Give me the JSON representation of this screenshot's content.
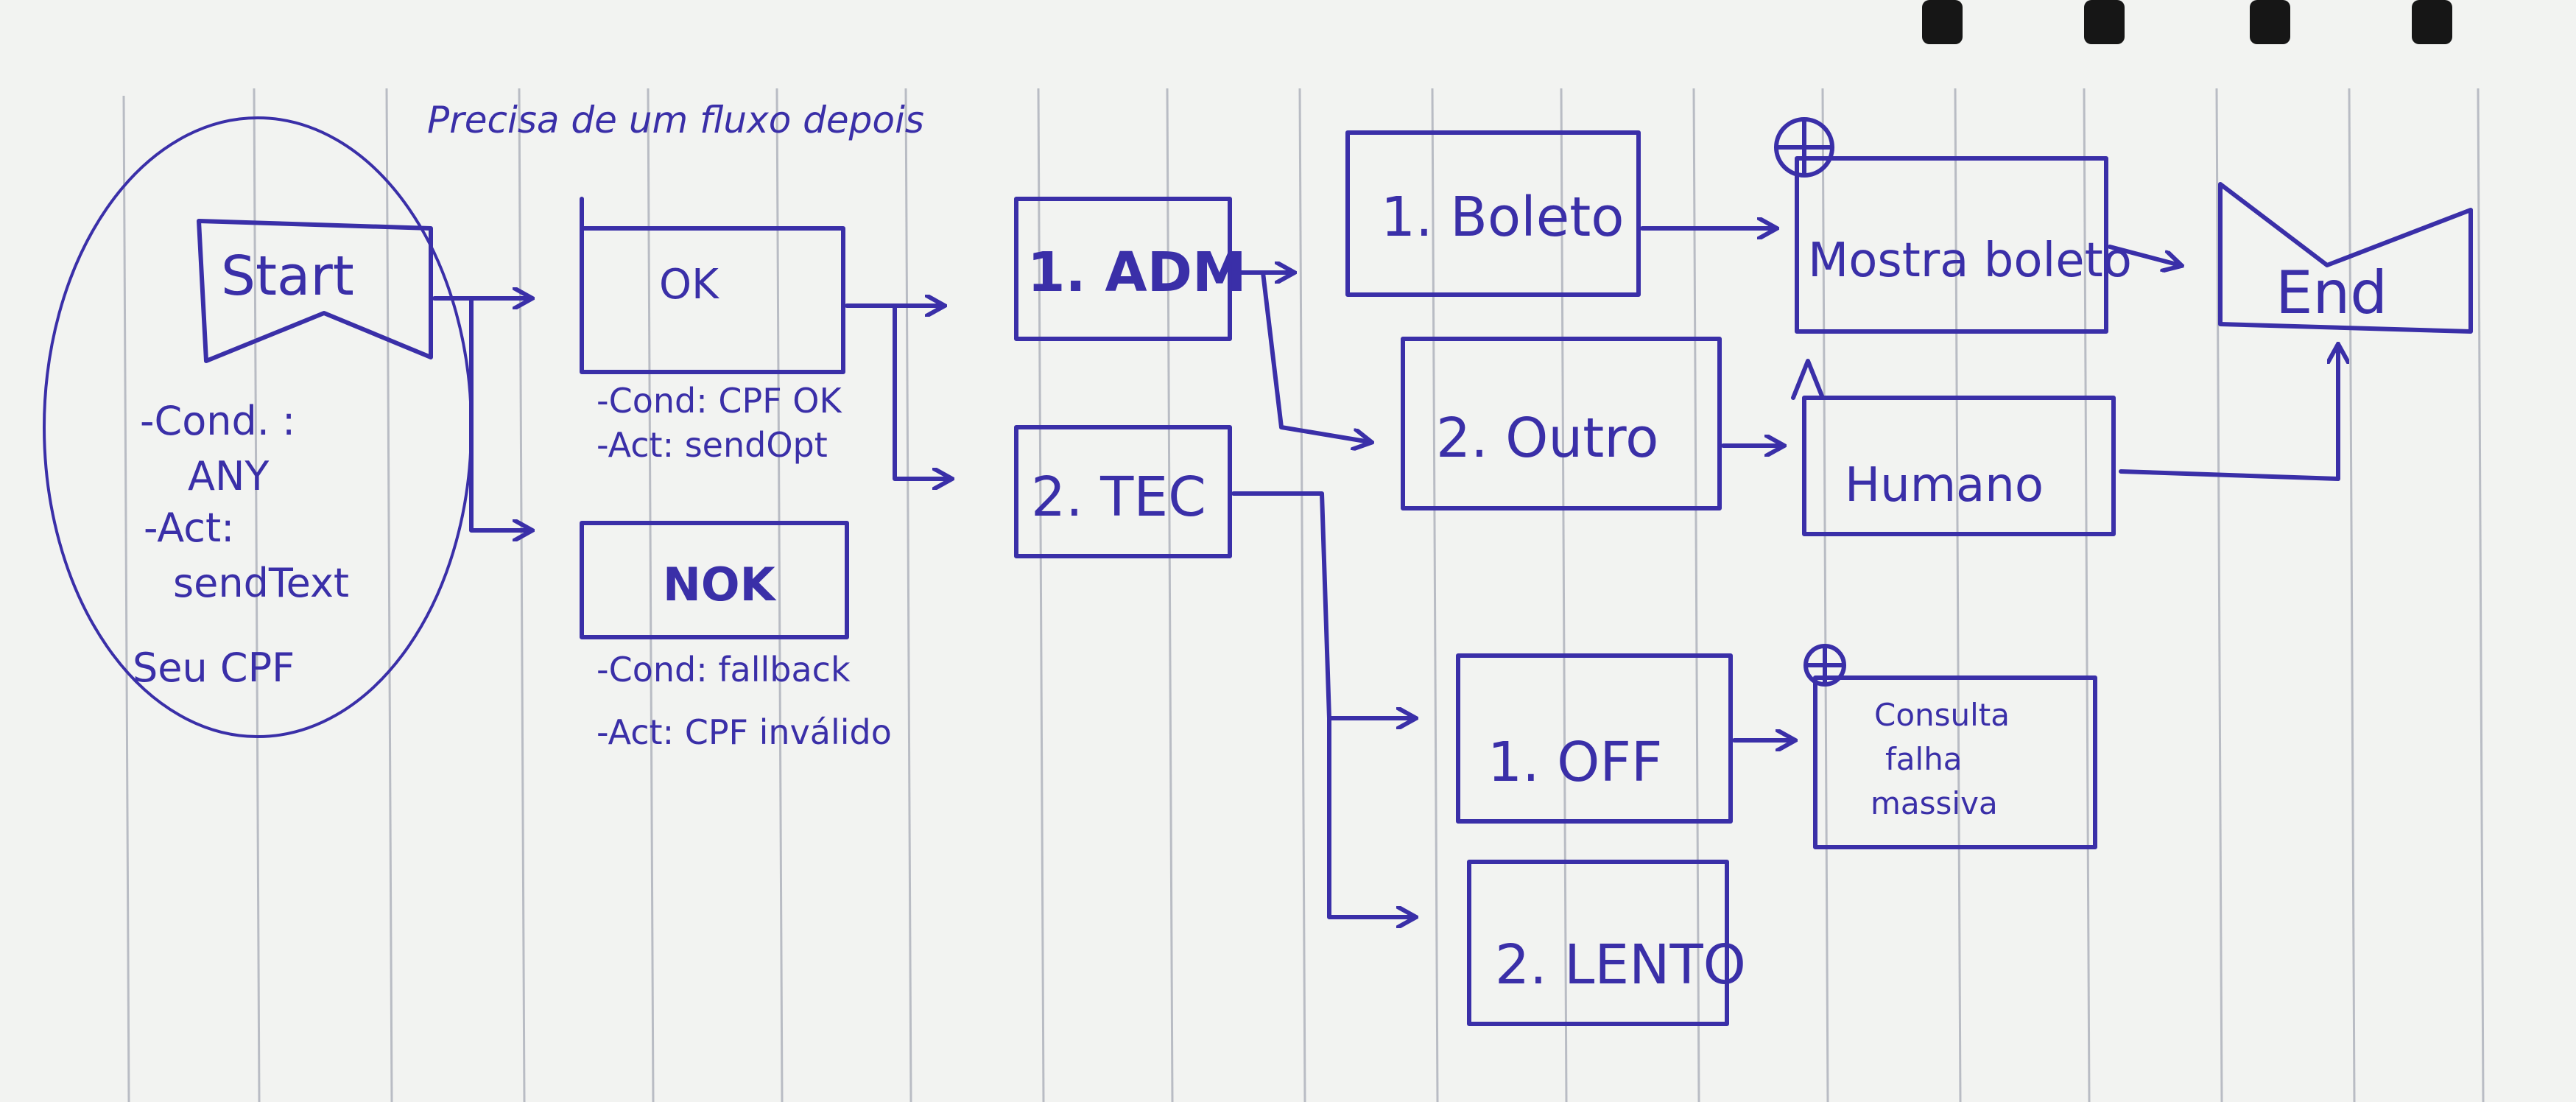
{
  "note_top": "Precisa de um fluxo depois",
  "colors": {
    "ink": "#3a2fa8",
    "paper": "#f2f3f1",
    "rule": "#b9bcc4"
  },
  "nodes": {
    "start": {
      "label": "Start",
      "notes": [
        "-Cond. :",
        "ANY",
        "-Act:",
        "sendText",
        "Seu CPF"
      ]
    },
    "ok": {
      "label": "OK",
      "notes": [
        "-Cond: CPF OK",
        "-Act: sendOpt"
      ]
    },
    "nok": {
      "label": "NOK",
      "notes": [
        "-Cond: fallback",
        "-Act: CPF inválido"
      ]
    },
    "adm": {
      "label": "1. ADM"
    },
    "tec": {
      "label": "2. TEC"
    },
    "boleto": {
      "label": "1. Boleto"
    },
    "outro": {
      "label": "2. Outro"
    },
    "off": {
      "label": "1. OFF"
    },
    "lento": {
      "label": "2. LENTO"
    },
    "mostra": {
      "label": "Mostra boleto"
    },
    "humano": {
      "label": "Humano"
    },
    "consulta": {
      "lines": [
        "Consulta",
        "falha",
        "massiva"
      ]
    },
    "end": {
      "label": "End"
    }
  }
}
